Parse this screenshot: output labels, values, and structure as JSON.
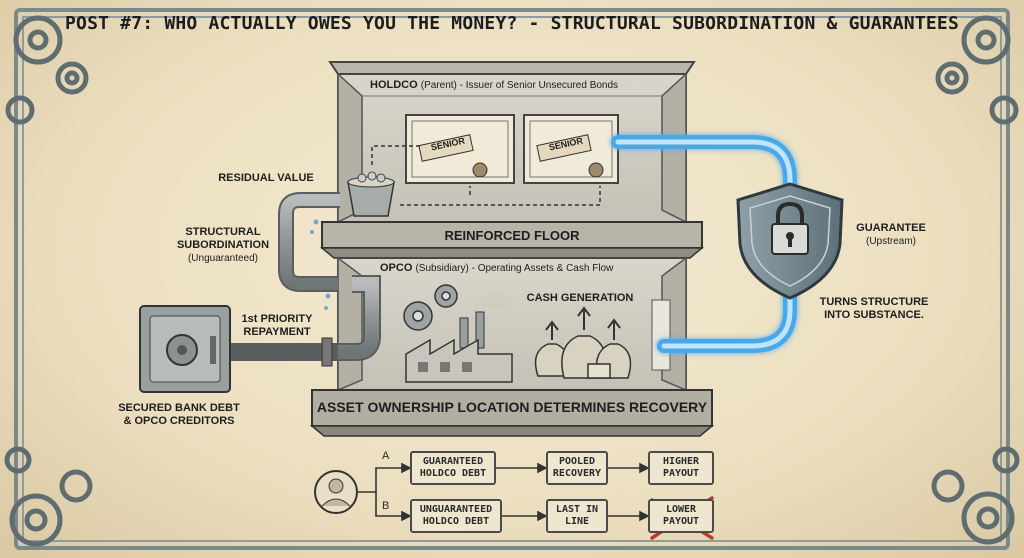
{
  "title": "POST #7: WHO ACTUALLY OWES YOU THE MONEY? - STRUCTURAL SUBORDINATION & GUARANTEES",
  "holdco": {
    "name": "HOLDCO",
    "desc": "(Parent) - Issuer of Senior Unsecured Bonds",
    "bond1": "SENIOR",
    "bond2": "SENIOR"
  },
  "floor": "REINFORCED FLOOR",
  "opco": {
    "name": "OPCO",
    "desc": "(Subsidiary) - Operating Assets & Cash Flow",
    "cash_generation": "CASH GENERATION"
  },
  "base": "ASSET OWNERSHIP LOCATION DETERMINES RECOVERY",
  "left": {
    "residual_value": "RESIDUAL VALUE",
    "structural_1": "STRUCTURAL",
    "structural_2": "SUBORDINATION",
    "structural_sub": "(Unguaranteed)",
    "priority_1": "1st PRIORITY",
    "priority_2": "REPAYMENT",
    "secured_1": "SECURED BANK DEBT",
    "secured_2": "& OPCO CREDITORS"
  },
  "right": {
    "guarantee": "GUARANTEE",
    "guarantee_sub": "(Upstream)",
    "turns_1": "TURNS STRUCTURE",
    "turns_2": "INTO SUBSTANCE."
  },
  "flow": {
    "a_label": "A",
    "b_label": "B",
    "a_steps": [
      "GUARANTEED HOLDCO DEBT",
      "POOLED RECOVERY",
      "HIGHER PAYOUT"
    ],
    "b_steps": [
      "UNGUARANTEED HOLDCO DEBT",
      "LAST IN LINE",
      "LOWER PAYOUT"
    ]
  },
  "icons": [
    "gear-icon",
    "padlock-icon",
    "shield-icon",
    "safe-icon",
    "bucket-icon",
    "factory-icon",
    "money-bag-icon",
    "person-icon",
    "pipe-icon",
    "certificate-icon"
  ],
  "colors": {
    "guarantee_pipe": "#4aa8e8",
    "cross_out": "#c0392b",
    "paper": "#efe3c6",
    "ink": "#2a2a2a"
  }
}
